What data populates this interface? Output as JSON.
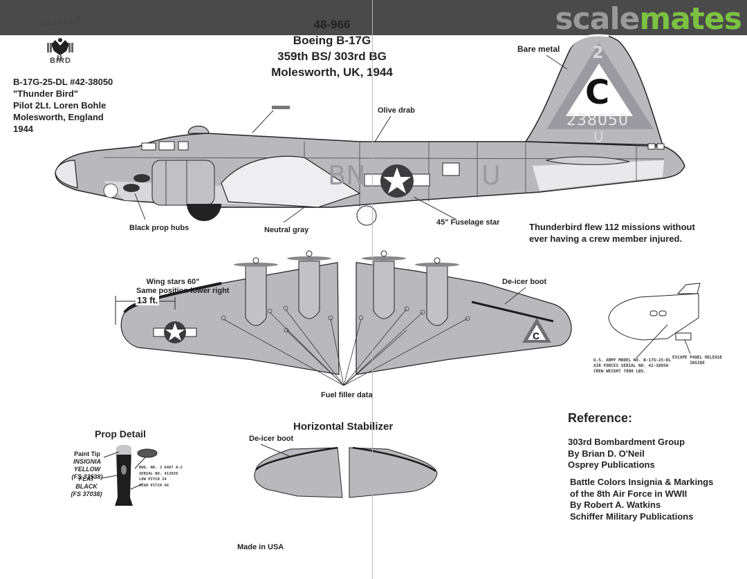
{
  "header": {
    "brand_part1": "scale",
    "brand_part2": "mates",
    "brand_colors": {
      "part1": "#9a9a9a",
      "part2": "#7cc242",
      "bar": "#4a4a4a"
    }
  },
  "logo": {
    "top": "THUNDER",
    "bottom": "BIRD",
    "icon": "thunderbird-emblem-icon"
  },
  "title": {
    "sheet_number": "48-966",
    "aircraft": "Boeing B-17G",
    "unit": "359th BS/ 303rd BG",
    "location": "Molesworth, UK, 1944"
  },
  "aircraft_info": [
    "B-17G-25-DL #42-38050",
    "\"Thunder Bird\"",
    "Pilot 2Lt. Loren Bohle",
    "Molesworth, England",
    "1944"
  ],
  "side_view": {
    "tail_markings": {
      "group_number": "2",
      "group_letter": "C",
      "serial": "238050",
      "squadron_letter": "U"
    },
    "fuselage_codes": {
      "left": "BN",
      "right": "U"
    },
    "labels": {
      "bare_metal": "Bare metal",
      "olive_drab": "Olive drab",
      "black_prop_hubs": "Black prop hubs",
      "neutral_gray": "Neutral gray",
      "fuselage_star": "45\" Fuselage star"
    },
    "note_lines": [
      "Thunderbird flew 112 missions without",
      "ever having a crew member injured."
    ]
  },
  "wing_view": {
    "labels": {
      "wing_stars_1": "Wing stars 60\"",
      "wing_stars_2": "Same position lower right",
      "dimension": "13 ft.",
      "de_icer": "De-icer boot",
      "fuel_filler": "Fuel filler data"
    },
    "wing_marking_letter": "C"
  },
  "nose_detail": {
    "stencils": [
      "U.S. ARMY   MODEL NO. B-17G-25-DL",
      "AIR FORCES SERIAL NO. 42-38050",
      "CREW WEIGHT 7800 LBS."
    ],
    "escape_label": "ESCAPE PANEL RELEASE",
    "escape_sub": "INSIDE"
  },
  "prop_detail": {
    "heading": "Prop Detail",
    "tip_label": "Paint Tip",
    "tip_color": "INSIGNIA YELLOW",
    "tip_fs": "(FS 33538)",
    "blade_color_1": "FLAT",
    "blade_color_2": "BLACK",
    "blade_fs": "(FS 37038)",
    "data_lines": [
      "DWG. NO.  J 6487 A-2",
      "SERIAL NO. 413926",
      "LOW PITCH    24",
      "HIGH PITCH   66"
    ]
  },
  "stabilizer": {
    "heading": "Horizontal Stabilizer",
    "de_icer": "De-icer boot"
  },
  "reference": {
    "heading": "Reference:",
    "book1": [
      "303rd Bombardment Group",
      "By Brian D. O'Neil",
      "Osprey Publications"
    ],
    "book2": [
      "Battle Colors Insignia & Markings",
      "of the 8th Air Force in WWII",
      "By Robert A. Watkins",
      "Schiffer  Military Publications"
    ]
  },
  "footer": {
    "made_in": "Made in USA"
  },
  "colors": {
    "neutral_gray": "#b9b9bd",
    "light_gray": "#e6e6e8",
    "insignia_dark": "#3c3c40",
    "deicer": "#1c1c1c"
  }
}
